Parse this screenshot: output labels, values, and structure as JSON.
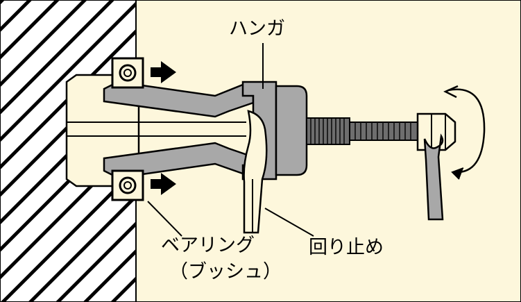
{
  "labels": {
    "hanger": "ハンガ",
    "bearing": "ベアリング",
    "bush": "（ブッシュ）",
    "rotation_stop": "回り止め"
  },
  "colors": {
    "background": "#fdf7dc",
    "wall_hatch": "#000000",
    "gray": "#a8a8a8",
    "dark_gray": "#6e6e6e",
    "outline": "#000000",
    "bearing_fill": "#fdf7dc"
  },
  "icons": {
    "push_arrow": "arrow-right",
    "rotation": "curved-arrow"
  }
}
